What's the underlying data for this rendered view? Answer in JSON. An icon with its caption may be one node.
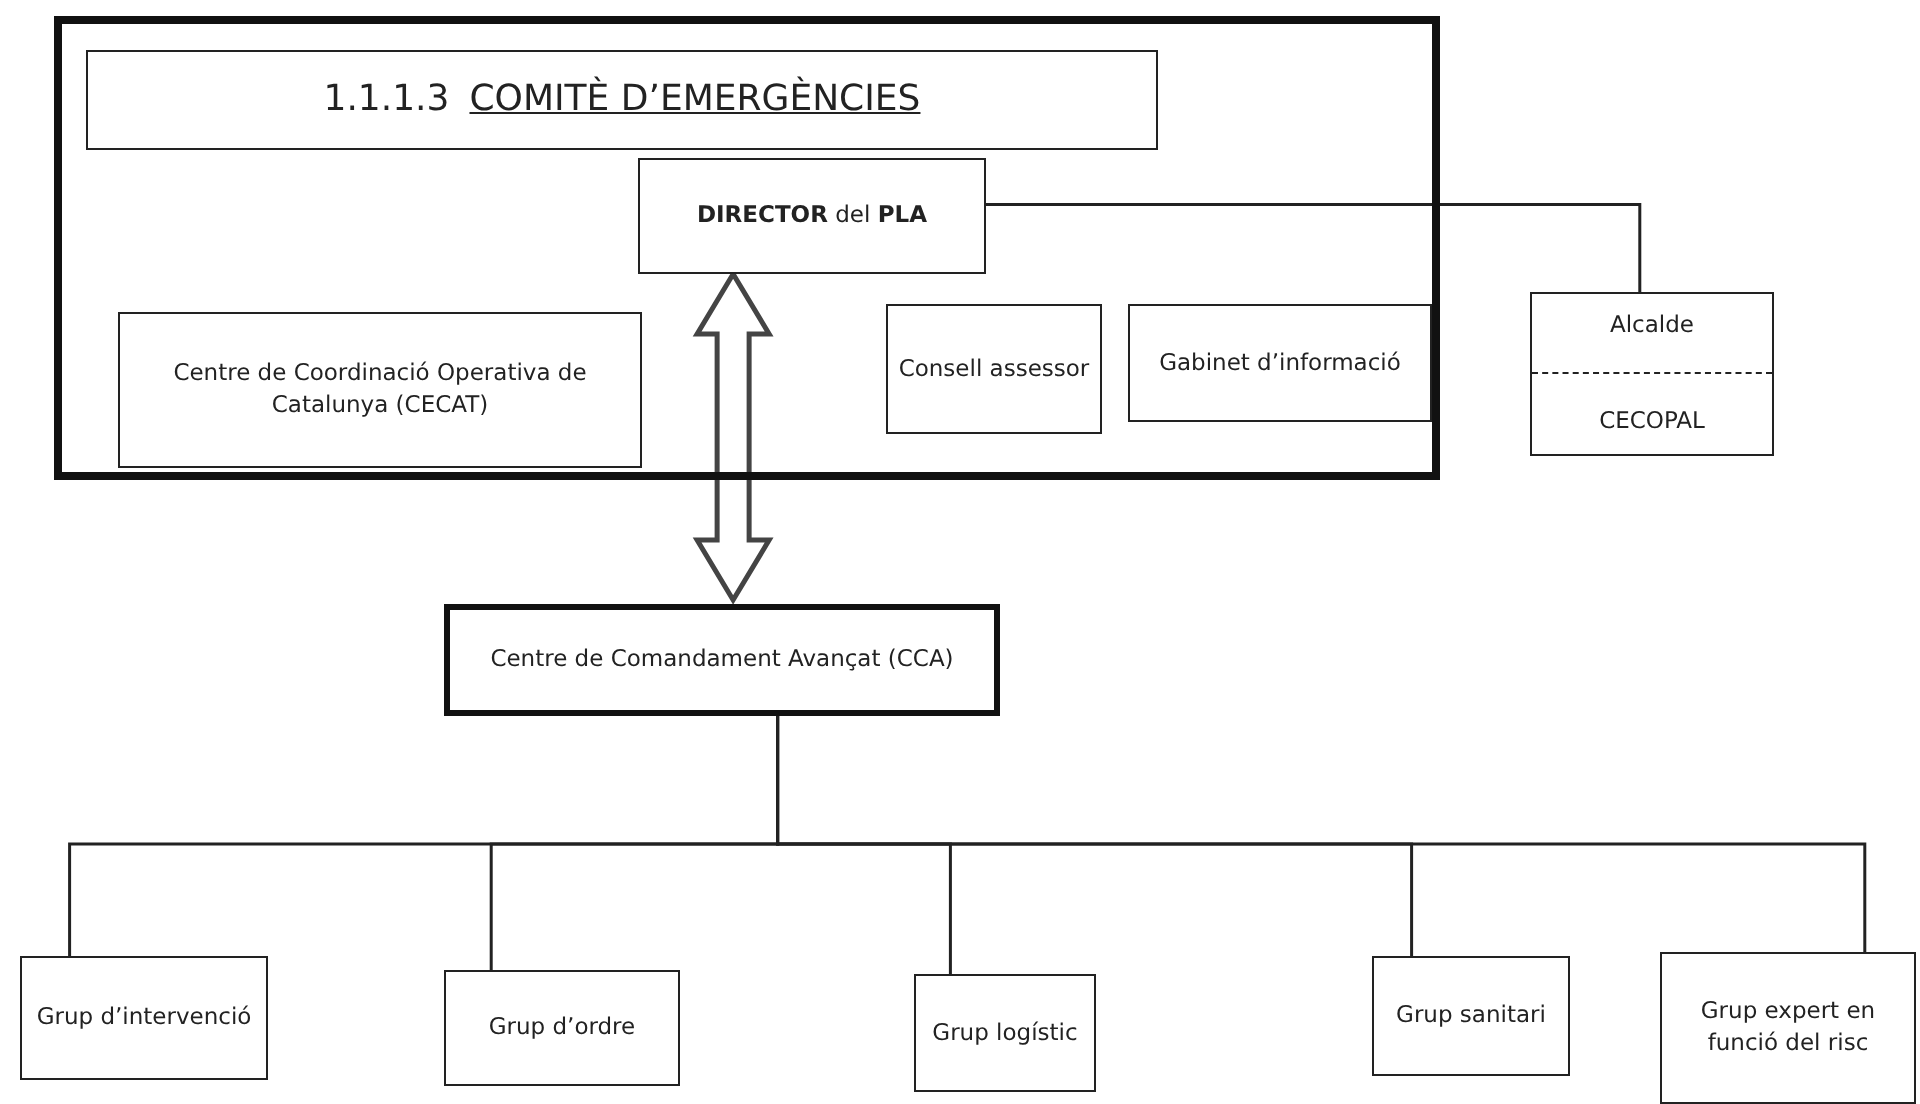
{
  "diagram": {
    "nodes": [
      {
        "text": [],
        "shape": "box"
      },
      {
        "text": [
          "1.1.1.3",
          "COMITÈ D’EMERGÈNCIES"
        ],
        "in": 0
      },
      {
        "text": [
          "**DIRECTOR** del **PLA**"
        ],
        "in": 0
      },
      {
        "text": [
          "Centre de Coordinació Operativa de Catalunya (CECAT)"
        ],
        "in": 0
      },
      {
        "text": [
          "Consell assessor"
        ],
        "in": 0
      },
      {
        "text": [
          "Gabinet d’informació"
        ],
        "in": 0
      },
      {
        "text": [
          "Alcalde",
          "CECOPAL"
        ]
      },
      {
        "text": [
          "Centre de Comandament Avançat (CCA)"
        ]
      },
      {
        "text": [
          "Grup d’intervenció"
        ]
      },
      {
        "text": [
          "Grup d’ordre"
        ]
      },
      {
        "text": [
          "Grup logístic"
        ]
      },
      {
        "text": [
          "Grup sanitari"
        ]
      },
      {
        "text": [
          "Grup expert en funció del risc"
        ]
      }
    ],
    "edges": [
      {
        "from": 2,
        "to": 6,
        "arrow": "none"
      },
      {
        "from": 7,
        "to": 2,
        "arrow": "both",
        "style": "thick"
      },
      {
        "from": 7,
        "to": 8,
        "arrow": "none"
      },
      {
        "from": 7,
        "to": 9,
        "arrow": "none"
      },
      {
        "from": 7,
        "to": 10,
        "arrow": "none"
      },
      {
        "from": 7,
        "to": 11,
        "arrow": "none"
      },
      {
        "from": 7,
        "to": 12,
        "arrow": "none"
      }
    ]
  }
}
